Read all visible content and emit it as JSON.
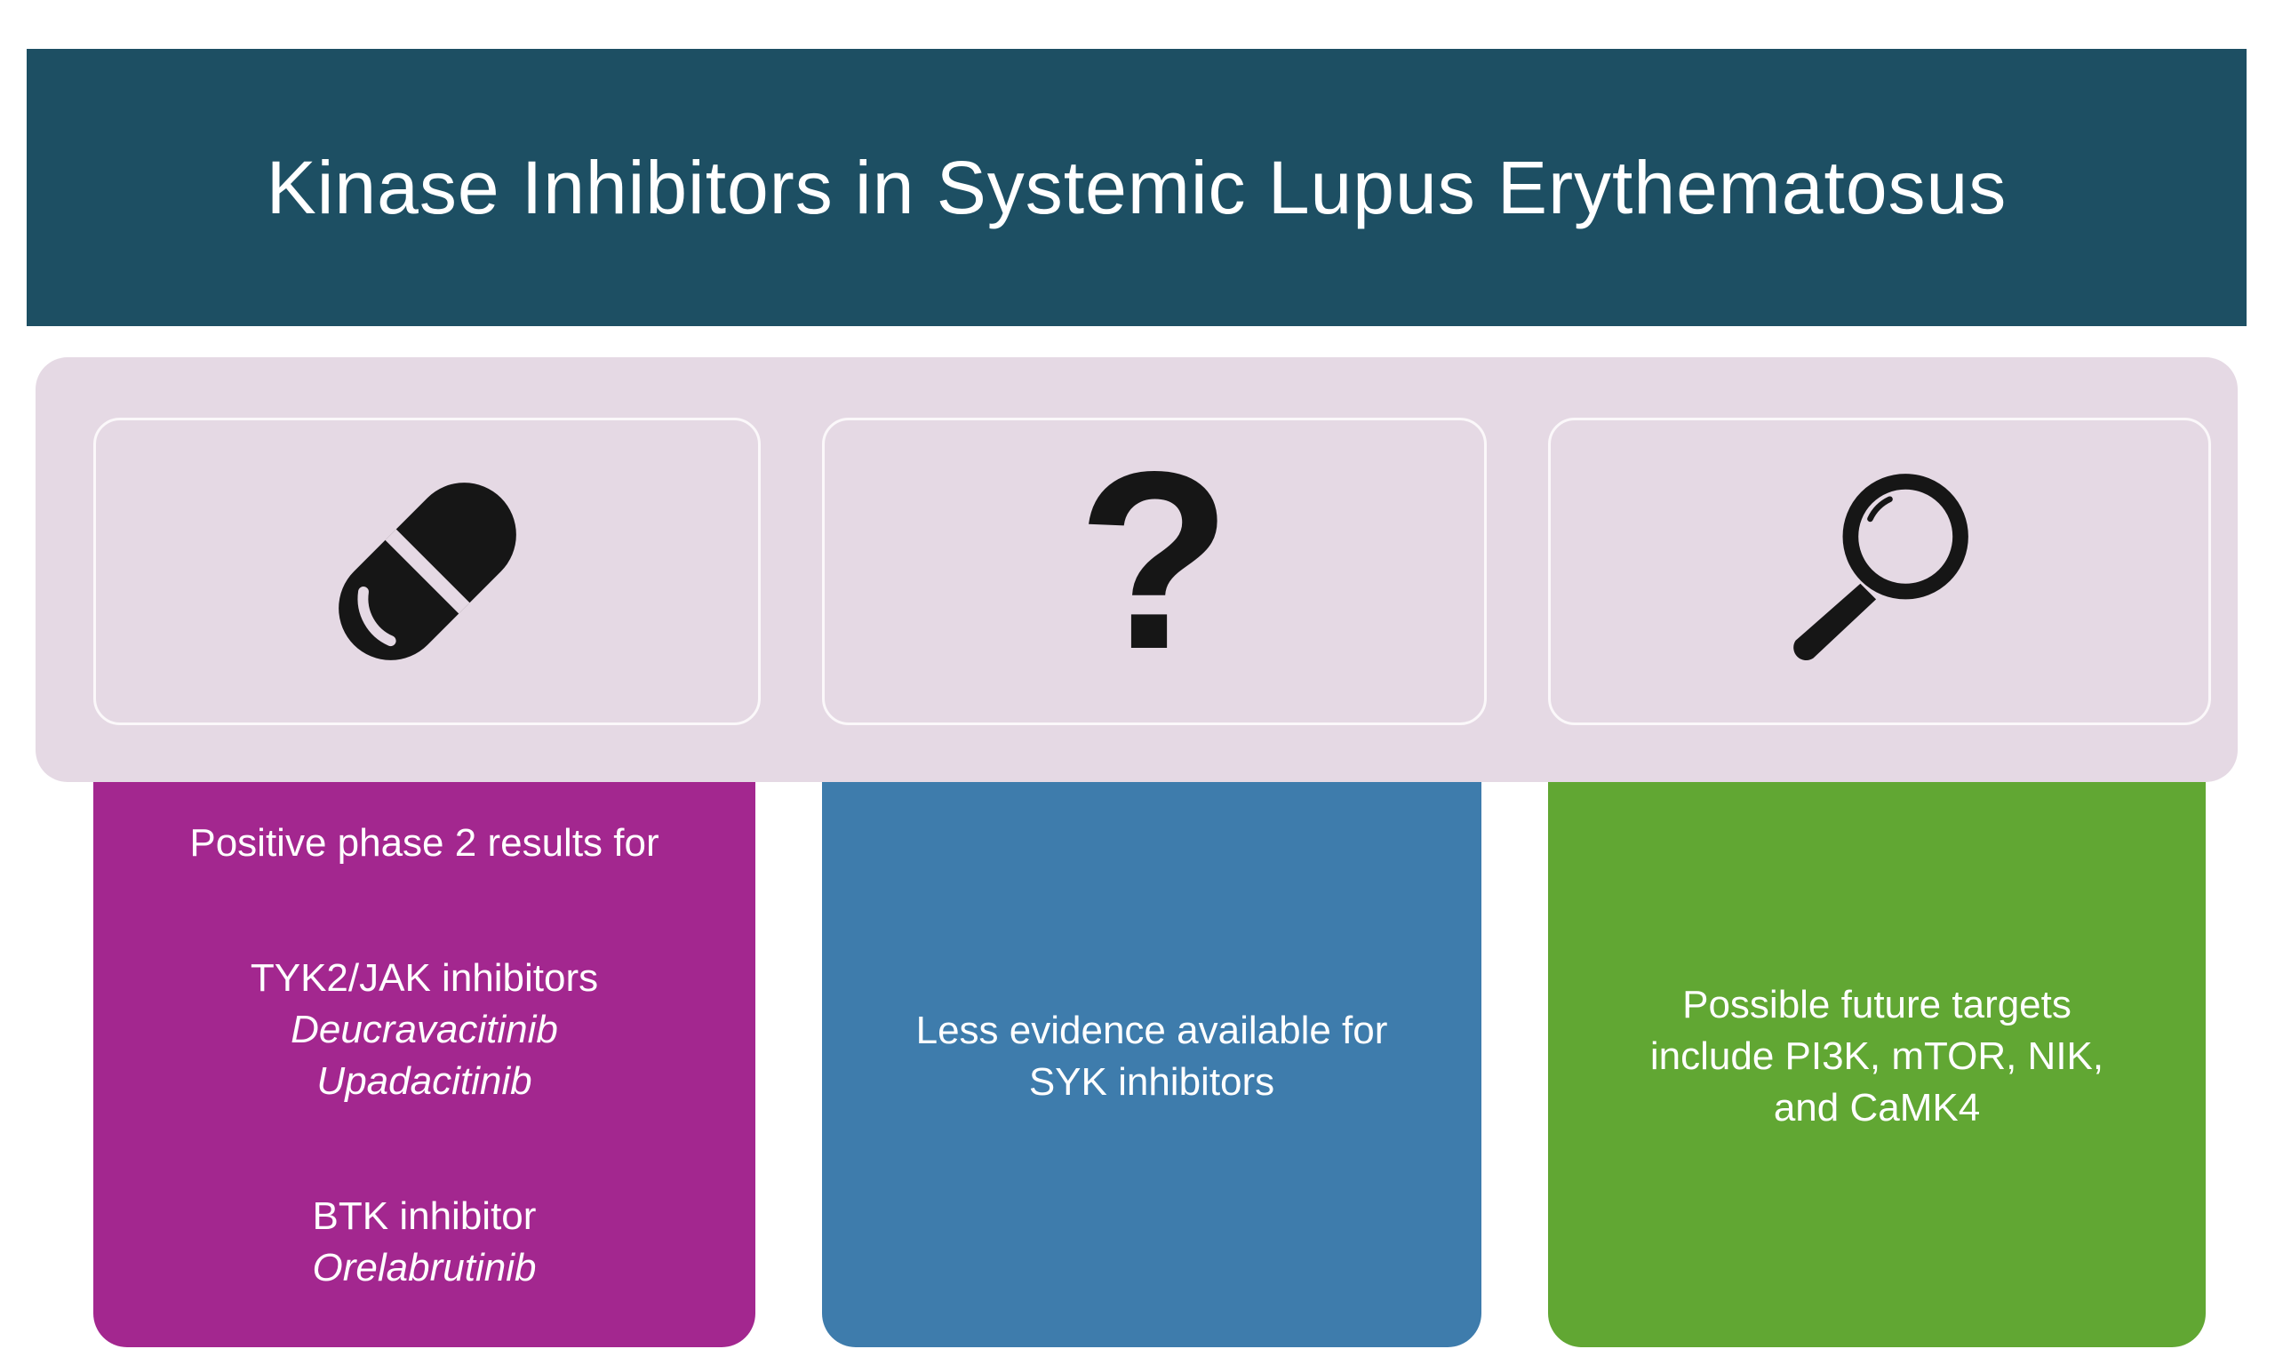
{
  "title": "Kinase Inhibitors in Systemic Lupus Erythematosus",
  "colors": {
    "header_bg": "#1d4f63",
    "band_bg": "#e5d9e4",
    "icon_color": "#161616",
    "card_purple": "#a3278f",
    "card_blue": "#3e7cac",
    "card_green": "#61a733",
    "card_text": "#ffffff"
  },
  "icons": {
    "pill": {
      "name": "pill-icon"
    },
    "question": {
      "name": "question-mark-icon",
      "glyph": "?"
    },
    "magnifier": {
      "name": "magnifier-icon"
    }
  },
  "cards": {
    "positive": {
      "top_line": "Positive phase 2 results for",
      "group1": {
        "heading": "TYK2/JAK inhibitors",
        "drug1": "Deucravacitinib",
        "drug2": "Upadacitinib"
      },
      "group2": {
        "heading": "BTK inhibitor",
        "drug1": "Orelabrutinib"
      }
    },
    "evidence": {
      "line1": "Less evidence available for",
      "line2": "SYK inhibitors"
    },
    "future": {
      "line1": "Possible future targets",
      "line2": "include PI3K, mTOR, NIK,",
      "line3": "and CaMK4"
    }
  }
}
